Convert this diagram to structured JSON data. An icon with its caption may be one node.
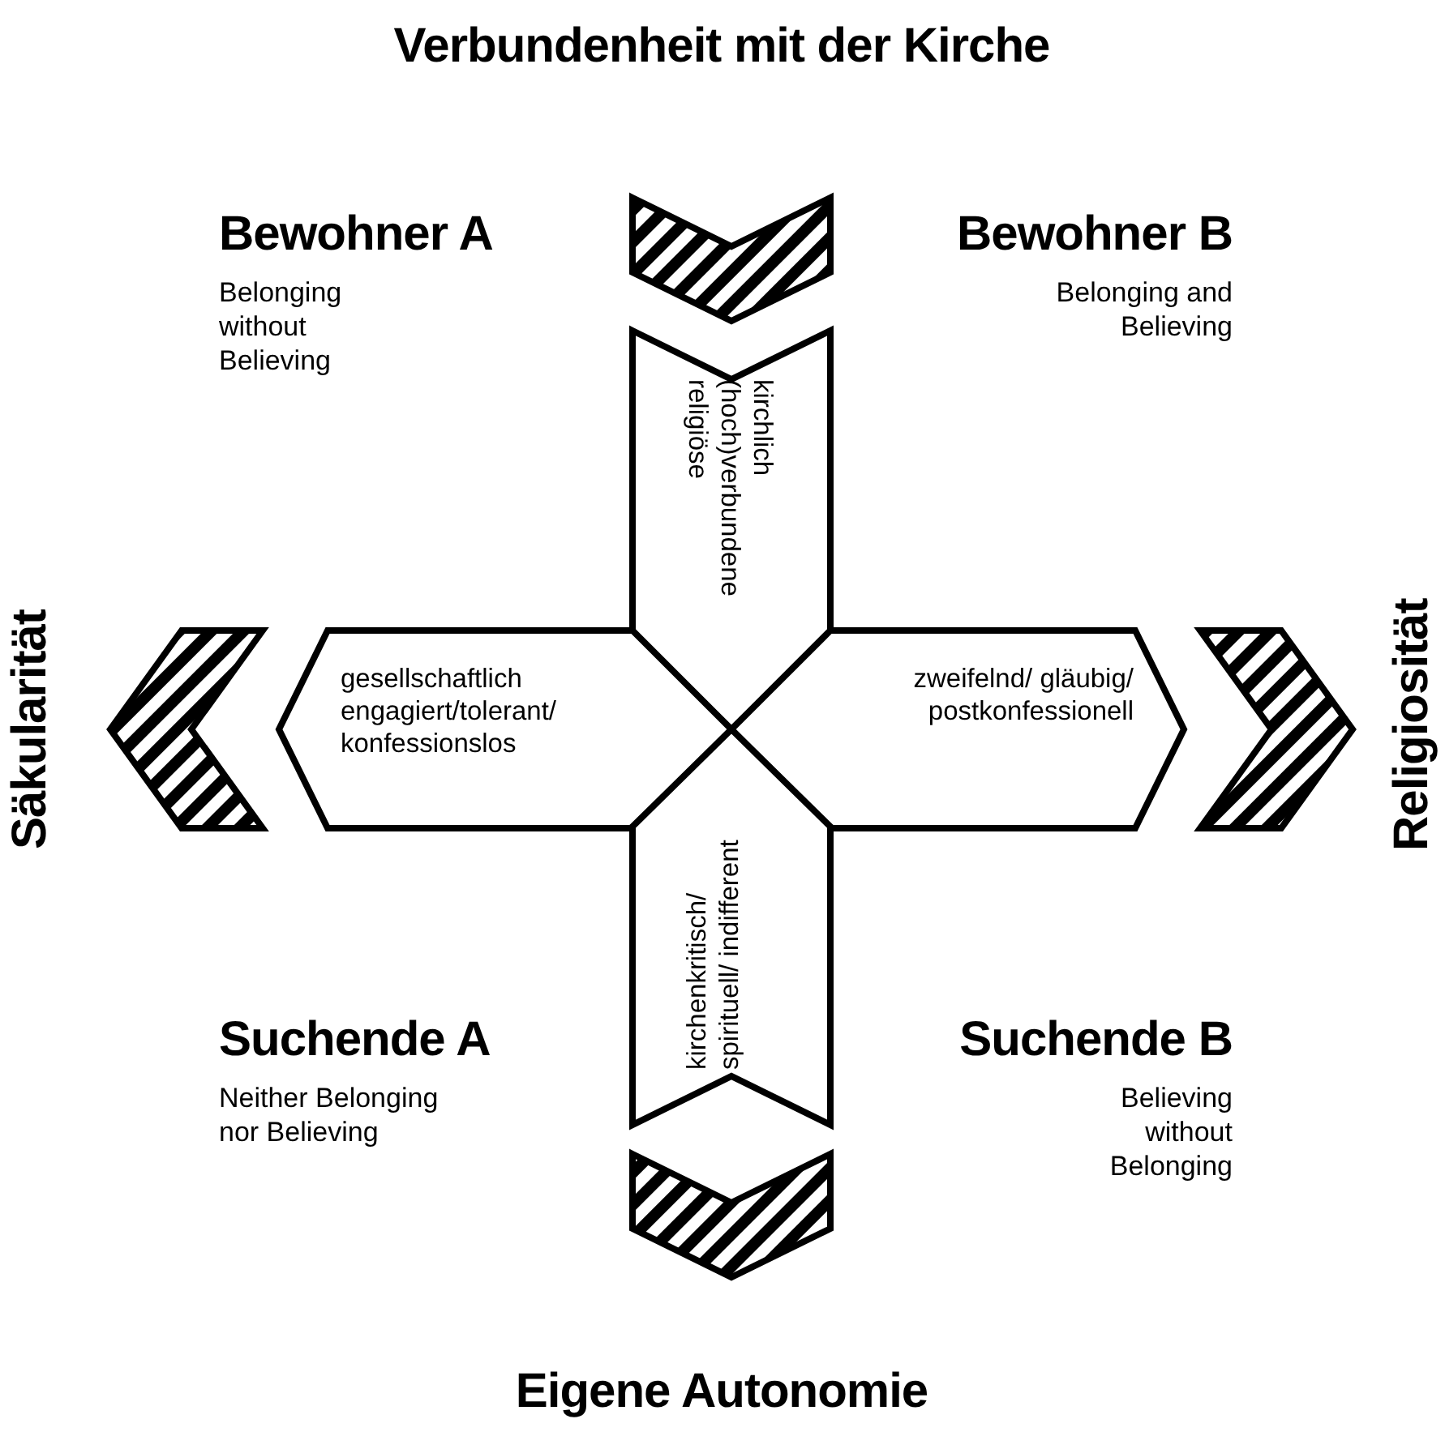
{
  "diagram": {
    "nodes": [
      {
        "text": [
          "kirchlich (hoch)verbundene religiöse"
        ]
      },
      {
        "text": [
          "gesellschaftlich engagiert/tolerant/ konfessionslos"
        ]
      },
      {
        "text": [
          "zweifelnd/ gläubig/ postkonfessionell"
        ]
      },
      {
        "text": [
          "kirchenkritisch/ spirituell/ indifferent"
        ]
      }
    ],
    "labels": [
      "Verbundenheit mit der Kirche",
      "Bewohner A",
      "Belonging without Believing",
      "Bewohner B",
      "Belonging and Believing",
      "Säkularität",
      "Religiosität",
      "Suchende A",
      "Neither Belonging nor Believing",
      "Suchende B",
      "Believing without Belonging",
      "Eigene Autonomie"
    ]
  }
}
